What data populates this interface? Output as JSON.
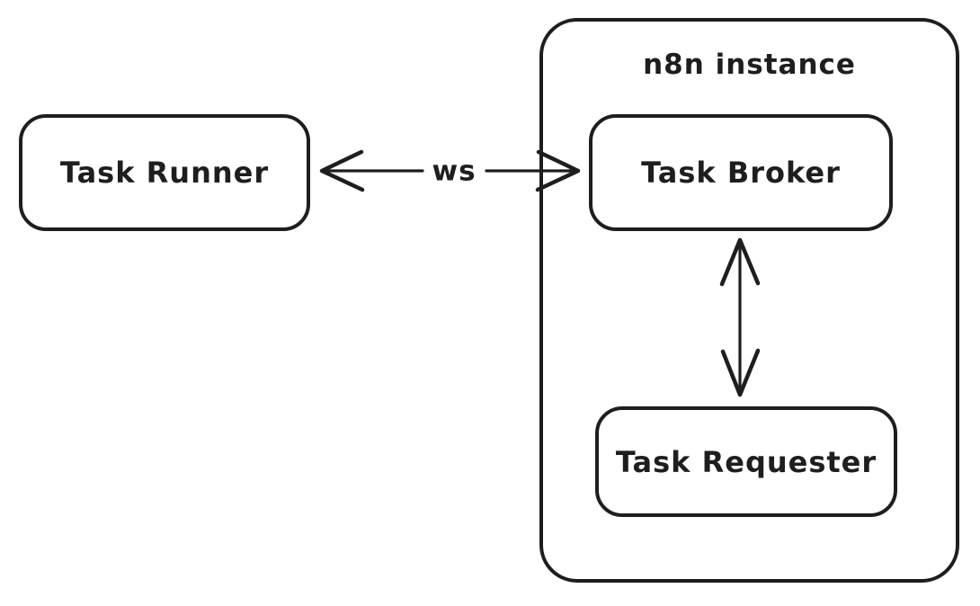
{
  "colors": {
    "stroke": "#1e1e1e",
    "background": "#ffffff"
  },
  "group": {
    "title": "n8n instance"
  },
  "nodes": {
    "task_runner": {
      "label": "Task Runner"
    },
    "task_broker": {
      "label": "Task Broker"
    },
    "task_requester": {
      "label": "Task Requester"
    }
  },
  "edges": {
    "ws": {
      "label": "ws",
      "from": "Task Runner",
      "to": "Task Broker",
      "direction": "bidirectional"
    },
    "broker_requester": {
      "label": "",
      "from": "Task Broker",
      "to": "Task Requester",
      "direction": "bidirectional"
    }
  }
}
